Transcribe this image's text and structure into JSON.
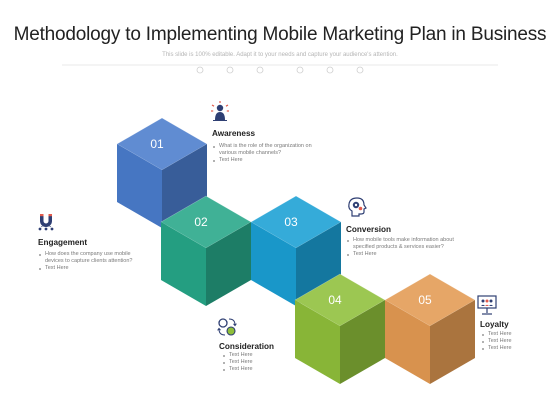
{
  "title": "Methodology to Implementing Mobile Marketing Plan in Business",
  "subtitle": "This slide is 100% editable. Adapt it to your needs and capture your audience's attention.",
  "cubes": [
    {
      "label": "01",
      "color": "#4a7ccc"
    },
    {
      "label": "02",
      "color": "#26a688"
    },
    {
      "label": "03",
      "color": "#1a9fd4"
    },
    {
      "label": "04",
      "color": "#8fbf3a"
    },
    {
      "label": "05",
      "color": "#e39a52"
    }
  ],
  "steps": {
    "awareness": {
      "icon": "person-spotlight-icon",
      "title": "Awareness",
      "bullets": [
        "What is the role of the organization on various mobile channels?",
        "Text Here"
      ]
    },
    "engagement": {
      "icon": "magnet-people-icon",
      "title": "Engagement",
      "bullets": [
        "How does the company use mobile devices to capture clients attention?",
        "Text Here"
      ]
    },
    "conversion": {
      "icon": "head-gears-icon",
      "title": "Conversion",
      "bullets": [
        "How mobile tools make information about specified products & services easier?",
        "Text Here"
      ]
    },
    "consideration": {
      "icon": "cycle-arrows-icon",
      "title": "Consideration",
      "bullets": [
        "Text Here",
        "Text Here",
        "Text Here"
      ]
    },
    "loyalty": {
      "icon": "presentation-board-icon",
      "title": "Loyalty",
      "bullets": [
        "Text Here",
        "Text Here",
        "Text Here"
      ]
    }
  }
}
